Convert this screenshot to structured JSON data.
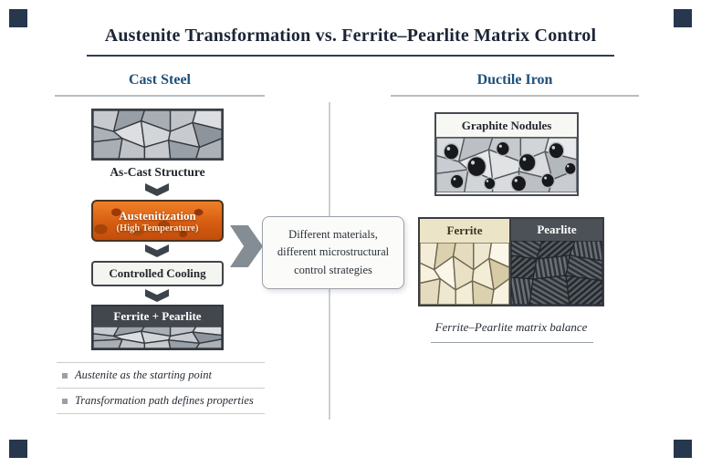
{
  "title": "Austenite Transformation vs. Ferrite–Pearlite Matrix Control",
  "left": {
    "header": "Cast Steel",
    "as_cast_label": "As-Cast Structure",
    "austenitization": {
      "line1": "Austenitization",
      "line2": "(High Temperature)"
    },
    "controlled_cooling": "Controlled Cooling",
    "ferrite_pearlite": "Ferrite + Pearlite",
    "bullets": [
      "Austenite as the starting point",
      "Transformation path defines properties"
    ]
  },
  "center": {
    "callout": [
      "Different materials,",
      "different microstructural",
      "control strategies"
    ]
  },
  "right": {
    "header": "Ductile Iron",
    "nodules_label": "Graphite Nodules",
    "matrix": {
      "ferrite": "Ferrite",
      "pearlite": "Pearlite"
    },
    "caption": "Ferrite–Pearlite matrix balance"
  },
  "colors": {
    "accent_navy": "#1d4f7c",
    "title_rule": "#2e3d52",
    "process_orange": "#d65d12",
    "dark_band": "#42474d",
    "ferrite_cream": "#ece4c6",
    "pearlite_dark": "#4b5157",
    "corner_mark": "#26374e"
  }
}
